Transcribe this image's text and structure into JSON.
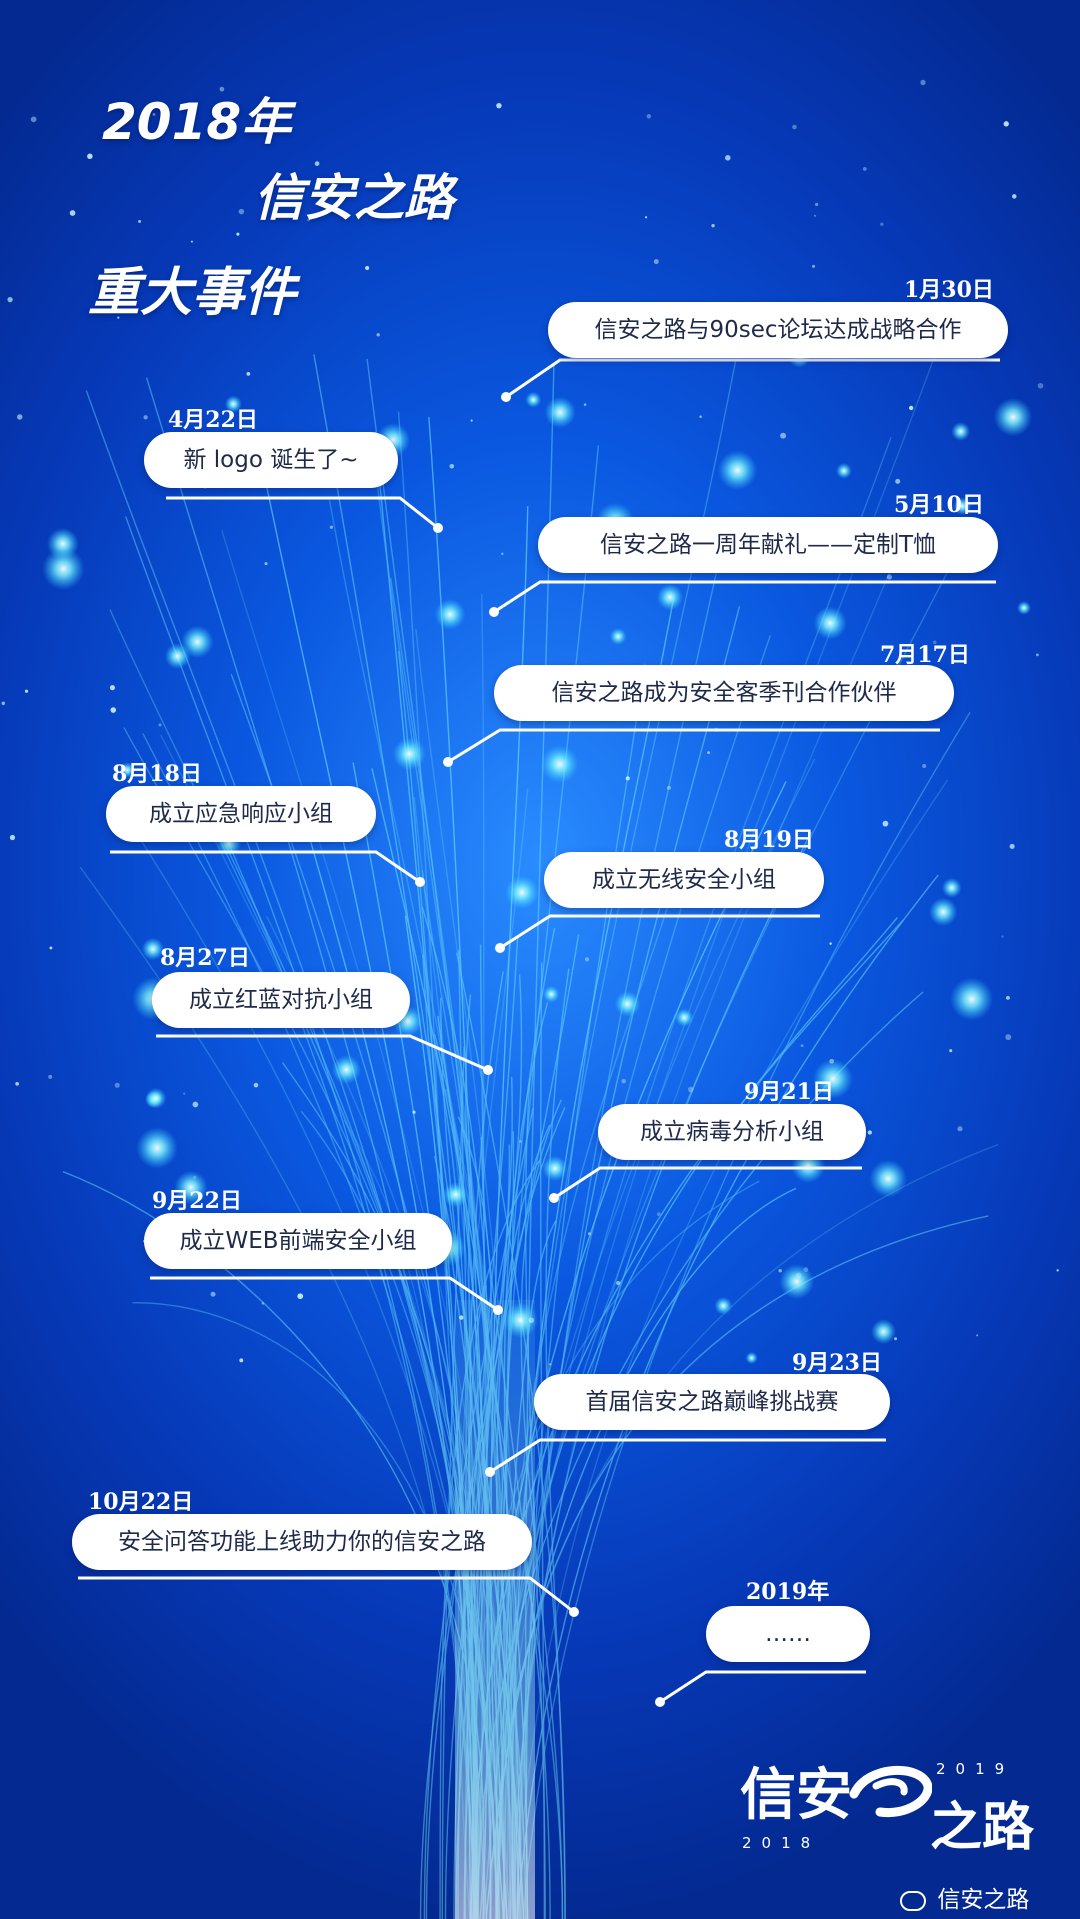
{
  "header": {
    "line1": "2018年",
    "line2": "信安之路",
    "line3": "重大事件"
  },
  "events": [
    {
      "date": "1月30日",
      "text": "信安之路与90sec论坛达成战略合作"
    },
    {
      "date": "4月22日",
      "text": "新 logo 诞生了~"
    },
    {
      "date": "5月10日",
      "text": "信安之路一周年献礼——定制T恤"
    },
    {
      "date": "7月17日",
      "text": "信安之路成为安全客季刊合作伙伴"
    },
    {
      "date": "8月18日",
      "text": "成立应急响应小组"
    },
    {
      "date": "8月19日",
      "text": "成立无线安全小组"
    },
    {
      "date": "8月27日",
      "text": "成立红蓝对抗小组"
    },
    {
      "date": "9月21日",
      "text": "成立病毒分析小组"
    },
    {
      "date": "9月22日",
      "text": "成立WEB前端安全小组"
    },
    {
      "date": "9月23日",
      "text": "首届信安之路巅峰挑战赛"
    },
    {
      "date": "10月22日",
      "text": "安全问答功能上线助力你的信安之路"
    },
    {
      "date": "2019年",
      "text": "……"
    }
  ],
  "logo": {
    "part1": "信安",
    "part2": "之路",
    "year_top": "2019",
    "year_bottom": "2018"
  },
  "watermark": "信安之路",
  "colors": {
    "background": "#0a58e0",
    "bubble": "#ffffff",
    "text": "#1f2a4a"
  }
}
